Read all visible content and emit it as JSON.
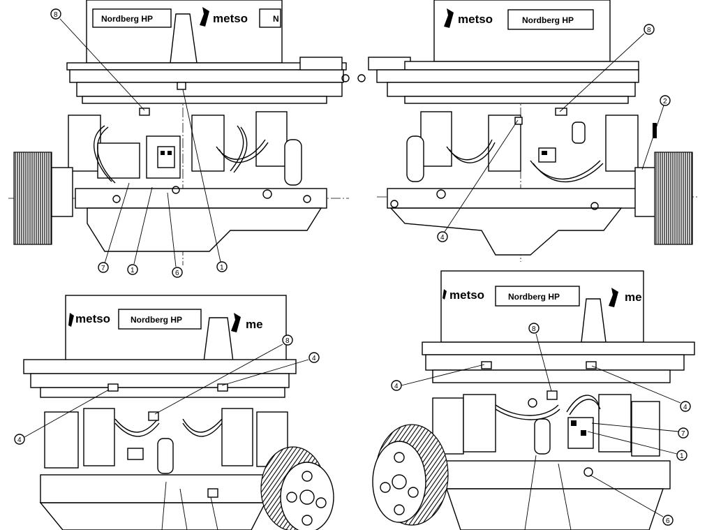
{
  "labels": {
    "product": "Nordberg HP",
    "brand": "metso",
    "brand_cut": "me",
    "product_cut": "N"
  },
  "callouts": {
    "v1": [
      "8",
      "7",
      "1",
      "6",
      "1"
    ],
    "v2": [
      "8",
      "2",
      "4"
    ],
    "v3": [
      "8",
      "4",
      "4"
    ],
    "v4": [
      "8",
      "4",
      "4",
      "7",
      "1",
      "6"
    ]
  }
}
